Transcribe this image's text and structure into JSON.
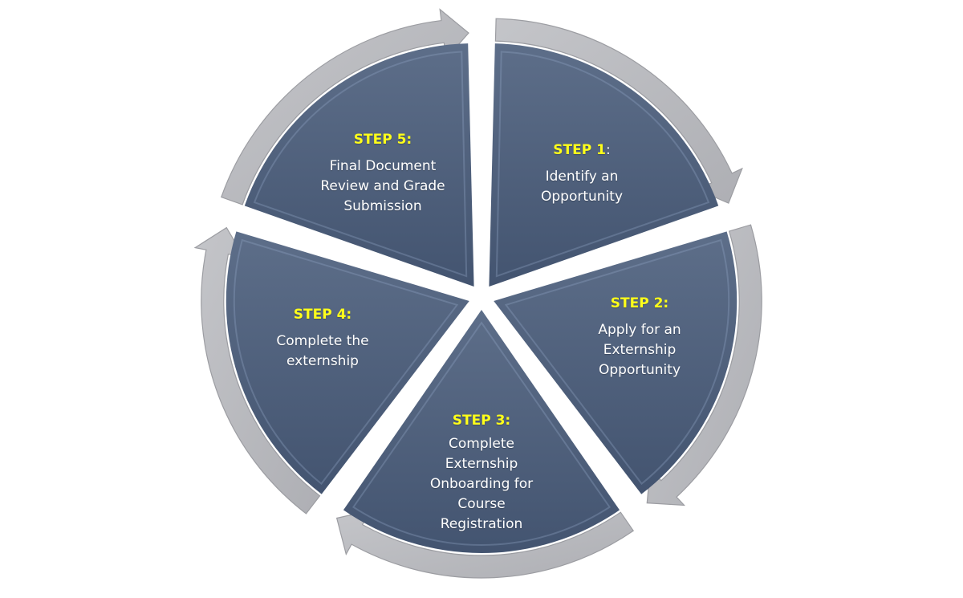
{
  "diagram": {
    "type": "cycle",
    "colors": {
      "segment_fill": "#4a5c78",
      "segment_fill_light": "#5d6e89",
      "segment_bevel": "#8fa3c2",
      "arrow_fill": "#b9babe",
      "arrow_stroke": "#9c9da2",
      "title_color": "#ffff1a",
      "text_color": "#ffffff"
    },
    "steps": [
      {
        "title": "STEP 1",
        "title_suffix": ":",
        "suffix_white": true,
        "description": "Identify an\nOpportunity"
      },
      {
        "title": "STEP 2:",
        "title_suffix": "",
        "suffix_white": false,
        "description": "Apply for an\nExternship\nOpportunity"
      },
      {
        "title": "STEP 3:",
        "title_suffix": "",
        "suffix_white": false,
        "description": "Complete\nExternship\nOnboarding for\nCourse\nRegistration"
      },
      {
        "title": "STEP 4:",
        "title_suffix": "",
        "suffix_white": false,
        "description": "Complete the\nexternship"
      },
      {
        "title": "STEP 5:",
        "title_suffix": "",
        "suffix_white": false,
        "description": "Final Document\nReview and Grade\nSubmission"
      }
    ]
  }
}
